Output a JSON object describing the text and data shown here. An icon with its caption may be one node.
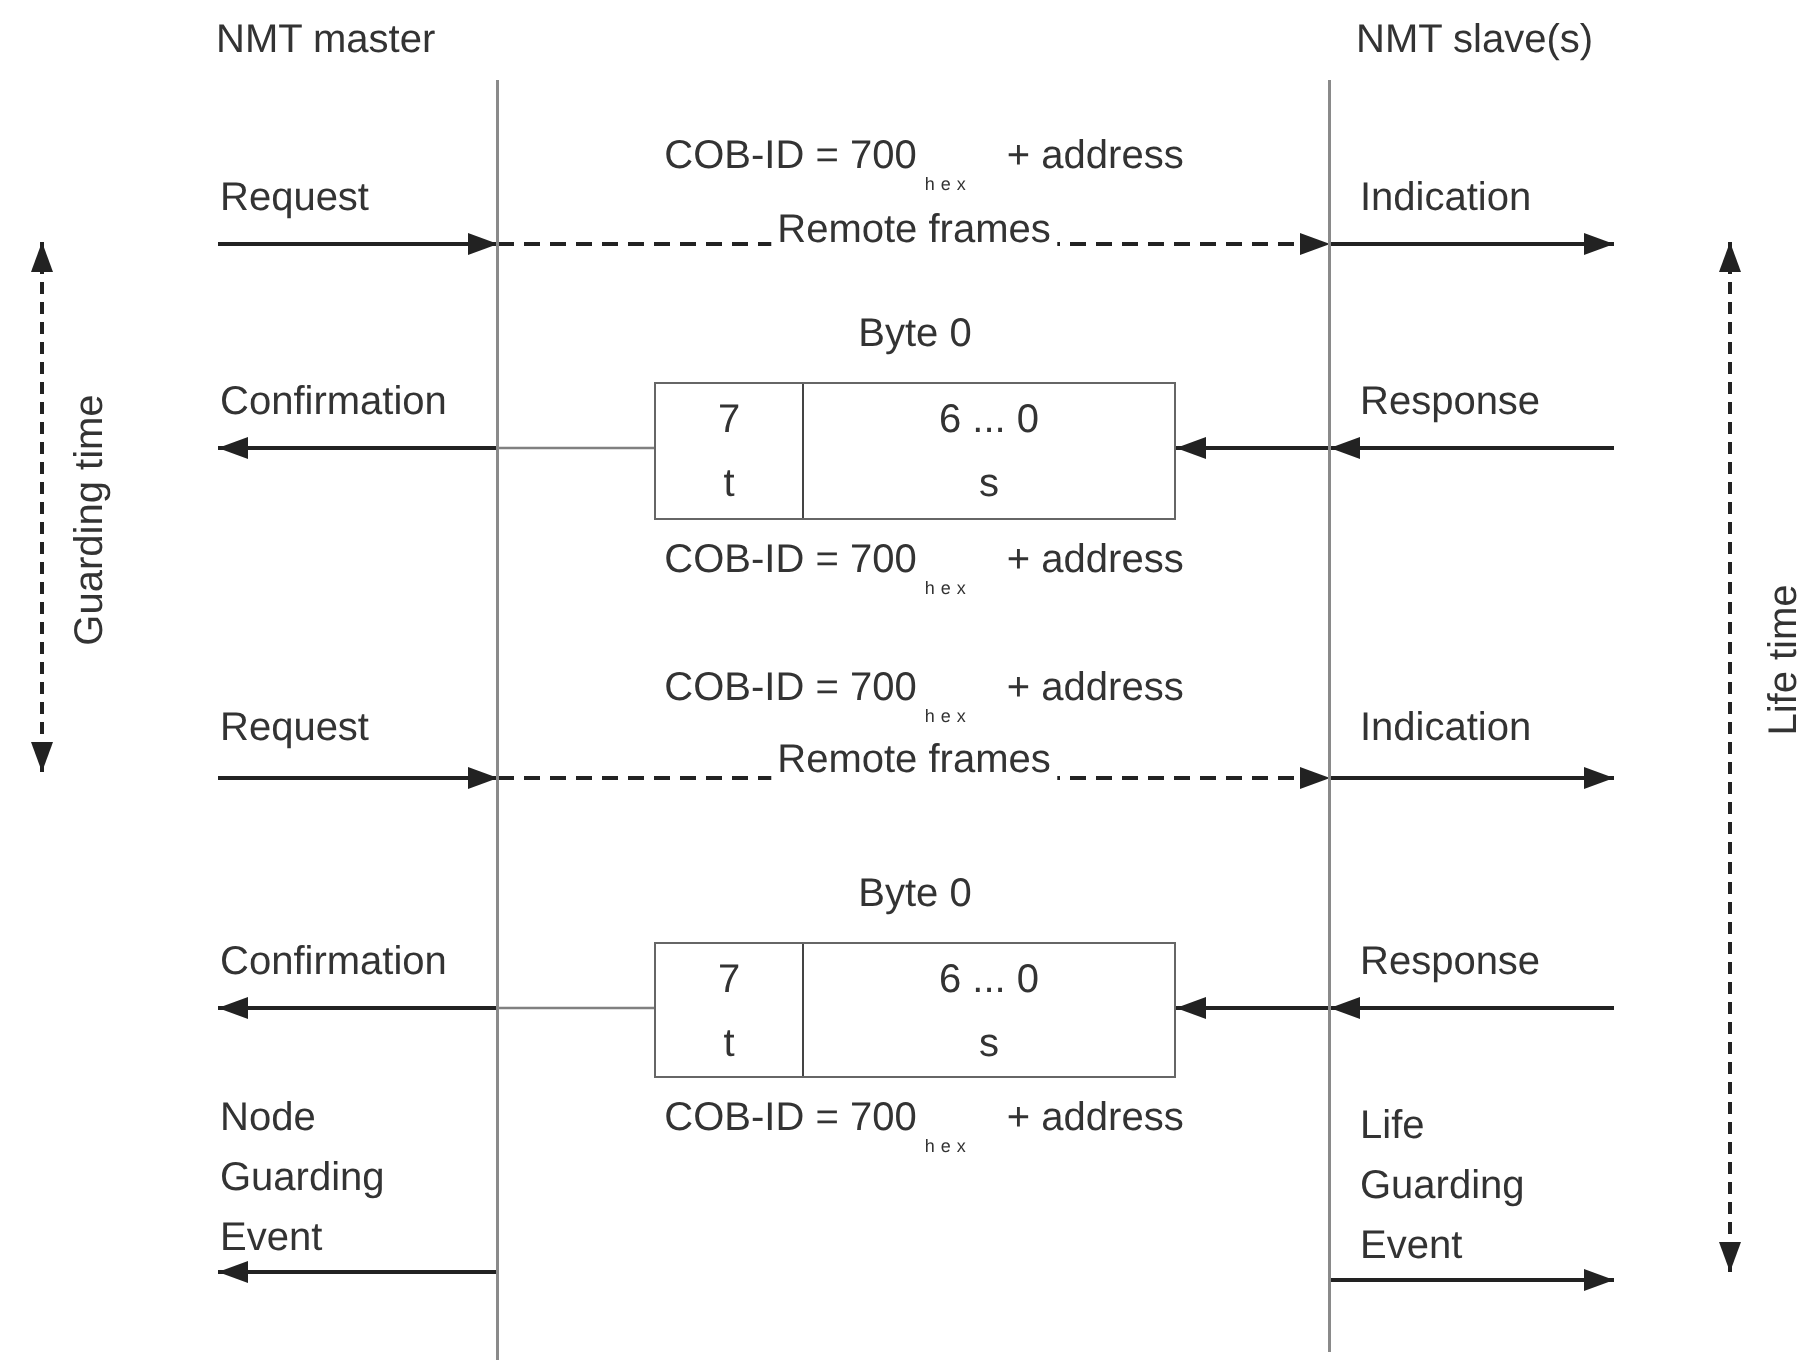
{
  "diagram": {
    "nodes": [
      {
        "text": [
          "NMT master"
        ]
      },
      {
        "text": [
          "NMT slave(s)"
        ]
      },
      {
        "text": [],
        "shape": "box",
        "beside": [
          "Byte 0"
        ]
      },
      {
        "text": [
          "7",
          "t"
        ],
        "in": 2
      },
      {
        "text": [
          "6 ... 0",
          "s"
        ],
        "in": 2
      },
      {
        "text": [],
        "shape": "box",
        "beside": [
          "Byte 0"
        ]
      },
      {
        "text": [
          "7",
          "t"
        ],
        "in": 5
      },
      {
        "text": [
          "6 ... 0",
          "s"
        ],
        "in": 5
      }
    ],
    "edges": [
      {
        "from": null,
        "to": 0,
        "arrow": "to",
        "label": "Request"
      },
      {
        "from": 0,
        "to": 1,
        "arrow": "to",
        "label": "Remote frames",
        "style": "dashed"
      },
      {
        "from": 1,
        "to": null,
        "arrow": "to",
        "label": "Indication"
      },
      {
        "from": null,
        "to": 1,
        "arrow": "to",
        "label": "Response"
      },
      {
        "from": 1,
        "to": 2,
        "arrow": "to"
      },
      {
        "from": 2,
        "to": 0,
        "arrow": "none",
        "color": "#808080"
      },
      {
        "from": 0,
        "to": null,
        "arrow": "to",
        "label": "Confirmation"
      },
      {
        "from": null,
        "to": 0,
        "arrow": "to",
        "label": "Request"
      },
      {
        "from": 0,
        "to": 1,
        "arrow": "to",
        "label": "Remote frames",
        "style": "dashed"
      },
      {
        "from": 1,
        "to": null,
        "arrow": "to",
        "label": "Indication"
      },
      {
        "from": null,
        "to": 1,
        "arrow": "to",
        "label": "Response"
      },
      {
        "from": 1,
        "to": 5,
        "arrow": "to"
      },
      {
        "from": 5,
        "to": 0,
        "arrow": "none",
        "color": "#808080"
      },
      {
        "from": 0,
        "to": null,
        "arrow": "to",
        "label": "Confirmation"
      },
      {
        "from": 0,
        "to": null,
        "arrow": "to",
        "label": "Node Guarding Event"
      },
      {
        "from": 1,
        "to": null,
        "arrow": "to",
        "label": "Life Guarding Event"
      }
    ],
    "labels": [
      "COB-ID = 700$_{hex}$ + address",
      "COB-ID = 700$_{hex}$ + address",
      "COB-ID = 700$_{hex}$ + address",
      "COB-ID = 700$_{hex}$ + address",
      "Guarding time",
      "Life time"
    ]
  }
}
